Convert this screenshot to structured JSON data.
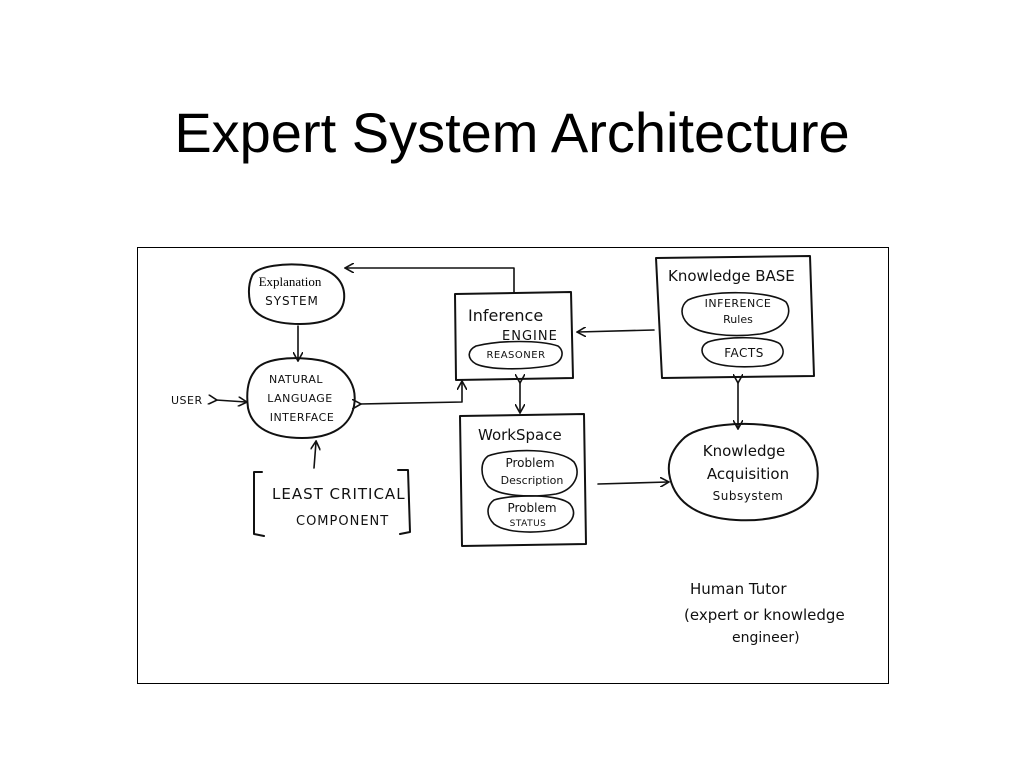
{
  "slide": {
    "title": "Expert System Architecture"
  },
  "diagram": {
    "explanation_system": {
      "line1": "Explanation",
      "line2": "SYSTEM"
    },
    "nl_interface": {
      "line1": "NATURAL",
      "line2": "LANGUAGE",
      "line3": "INTERFACE"
    },
    "user": {
      "label": "USER"
    },
    "least_critical": {
      "line1": "LEAST CRITICAL",
      "line2": "COMPONENT"
    },
    "inference_engine": {
      "line1": "Inference",
      "line2": "ENGINE",
      "reasoner": "REASONER"
    },
    "workspace": {
      "title": "WorkSpace",
      "problem_description": {
        "line1": "Problem",
        "line2": "Description"
      },
      "problem_status": {
        "line1": "Problem",
        "line2": "STATUS"
      }
    },
    "knowledge_base": {
      "title": "Knowledge BASE",
      "inference_rules": {
        "line1": "INFERENCE",
        "line2": "Rules"
      },
      "facts": "FACTS"
    },
    "knowledge_acquisition": {
      "line1": "Knowledge",
      "line2": "Acquisition",
      "line3": "Subsystem"
    },
    "human_tutor": {
      "line1": "Human Tutor",
      "line2": "(expert or knowledge",
      "line3": "engineer)"
    }
  }
}
